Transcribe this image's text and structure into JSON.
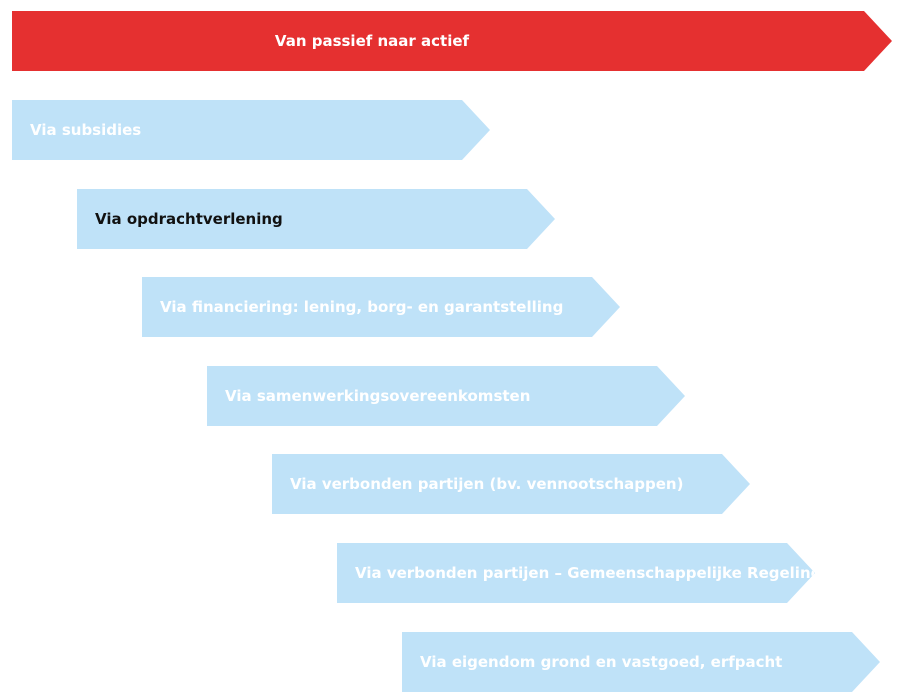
{
  "colors": {
    "header_fill": "#e53030",
    "header_text": "#ffffff",
    "step_fill": "#bfe2f8",
    "step_text": "#ffffff",
    "step_text_highlight": "#111111"
  },
  "header": {
    "label": "Van passief naar actief"
  },
  "steps": [
    {
      "label": "Via subsidies",
      "highlighted": false
    },
    {
      "label": "Via opdrachtverlening",
      "highlighted": true
    },
    {
      "label": "Via financiering: lening, borg- en garantstelling",
      "highlighted": false
    },
    {
      "label": "Via samenwerkingsovereenkomsten",
      "highlighted": false
    },
    {
      "label": "Via verbonden partijen (bv. vennootschappen)",
      "highlighted": false
    },
    {
      "label": "Via verbonden partijen – Gemeenschappelijke Regelingen",
      "highlighted": false
    },
    {
      "label": "Via eigendom grond en vastgoed, erfpacht",
      "highlighted": false
    }
  ]
}
